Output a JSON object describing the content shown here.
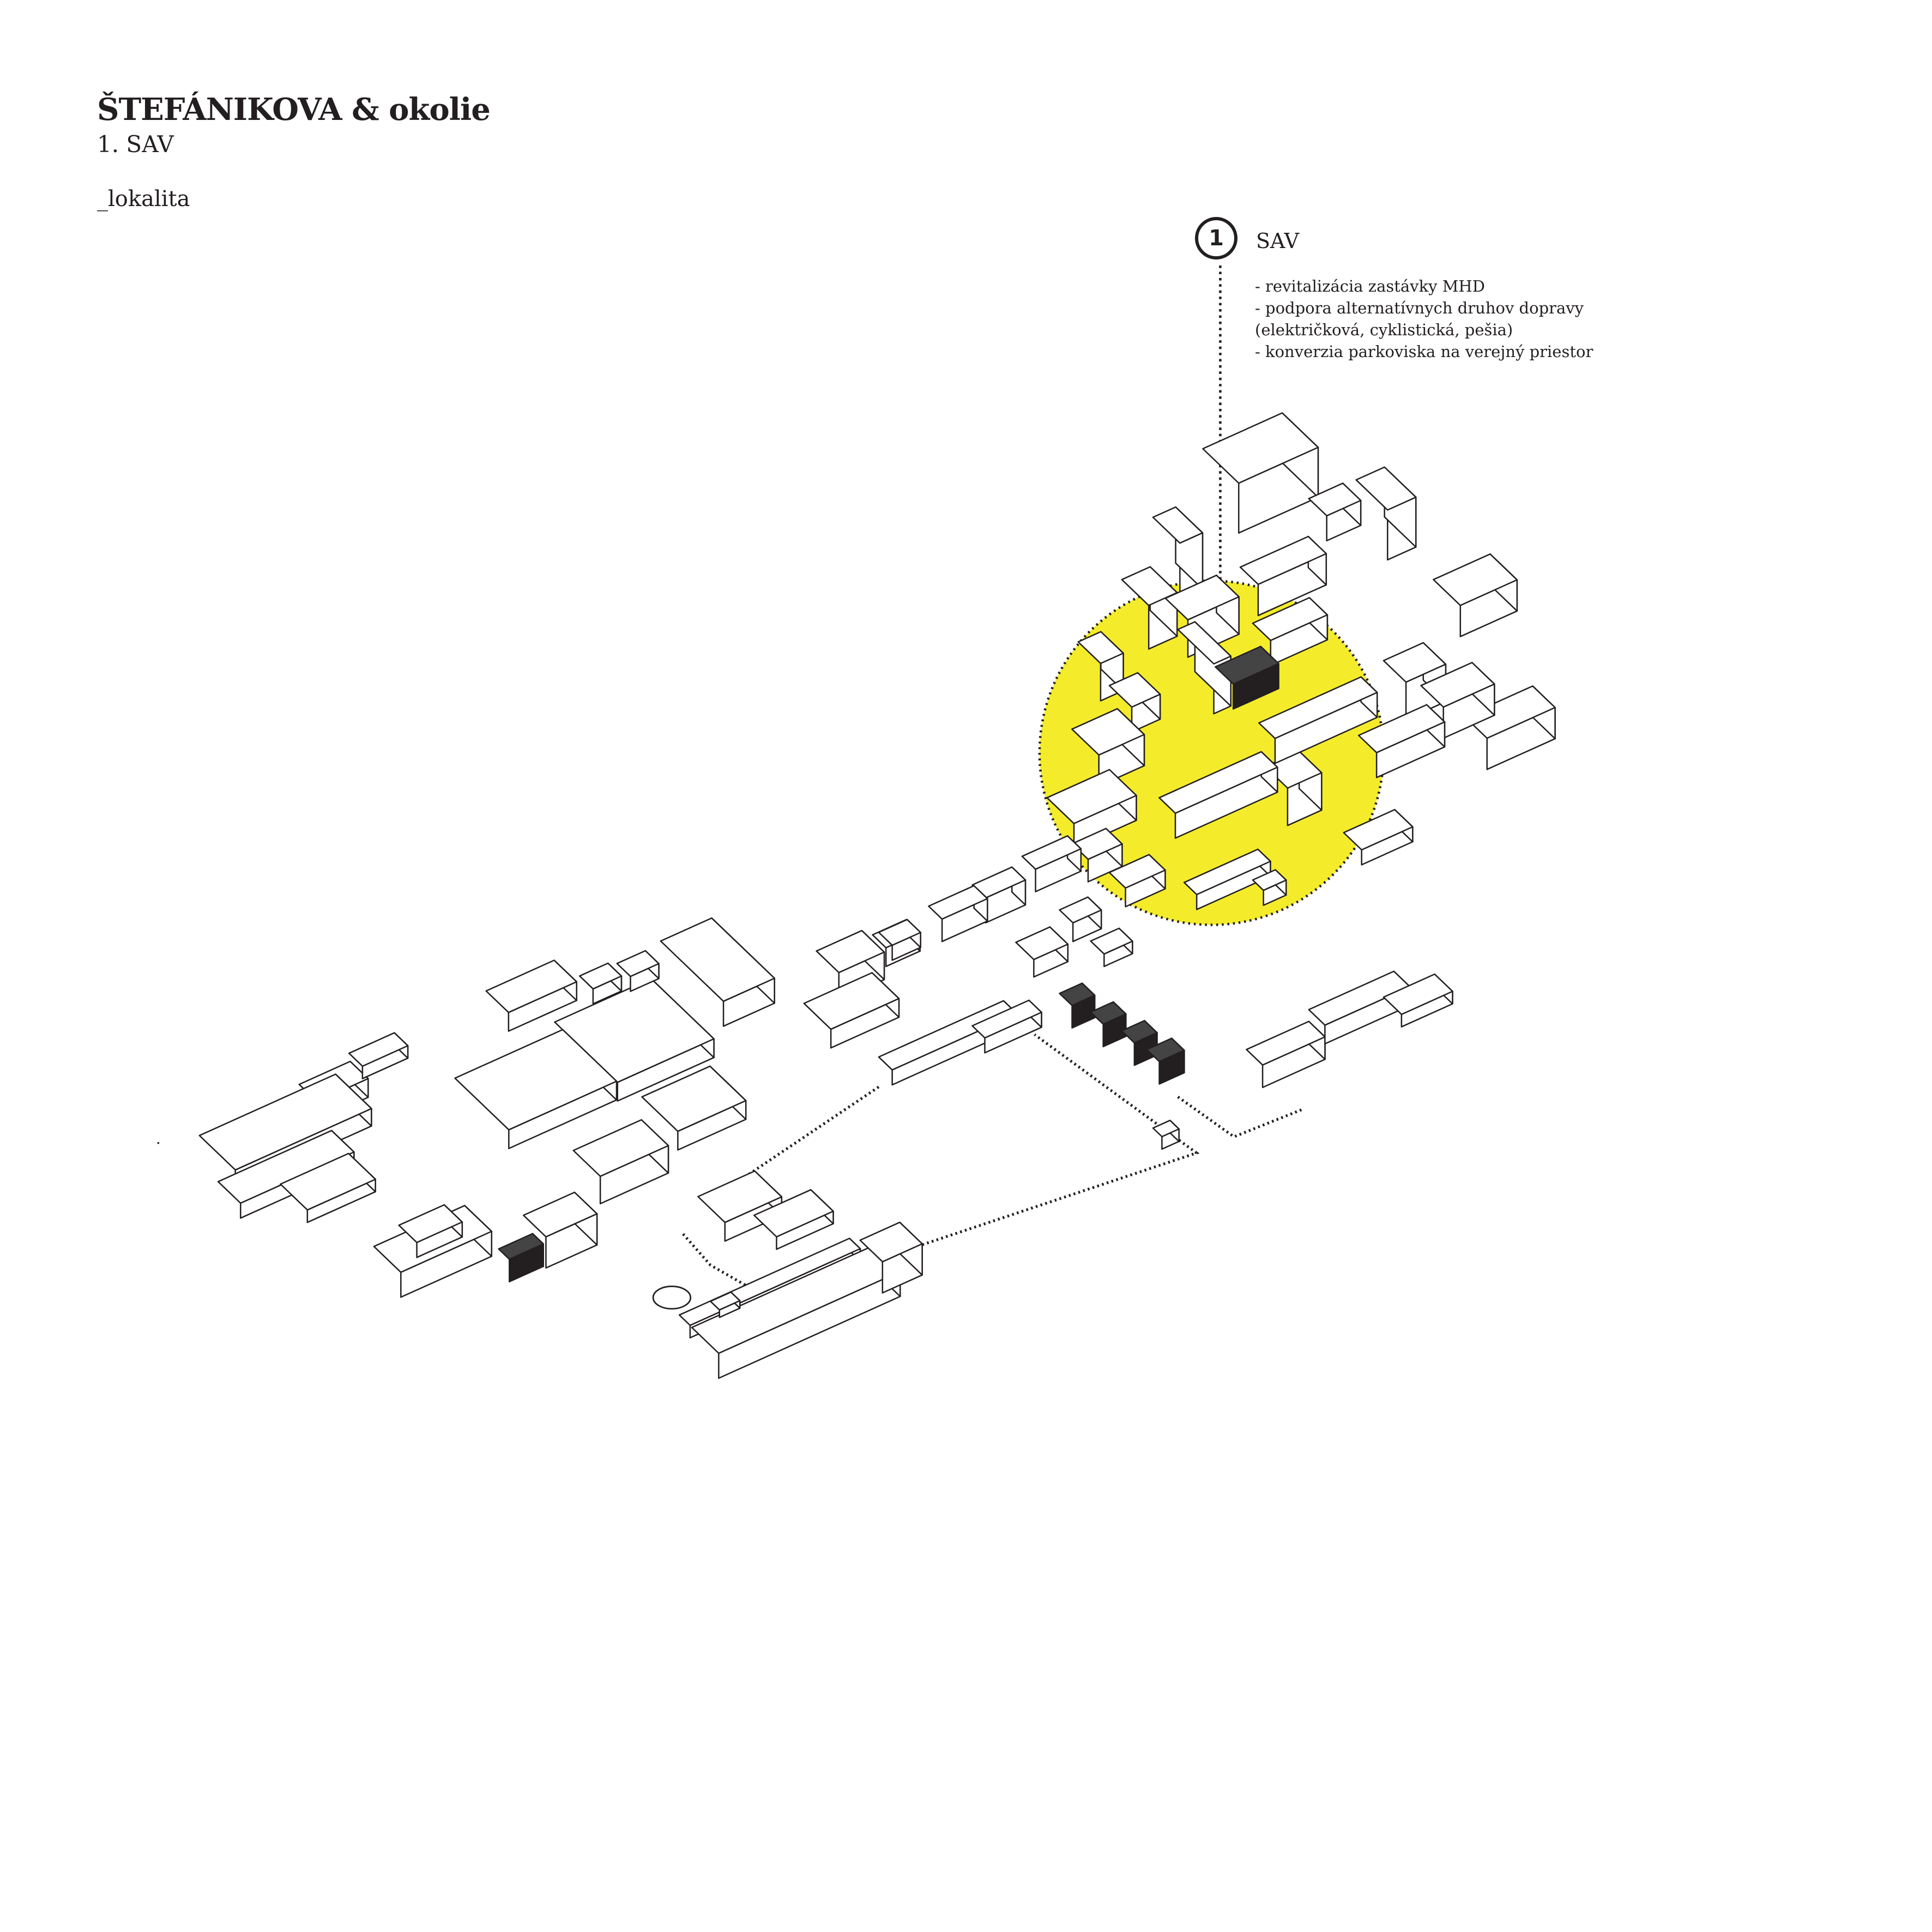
{
  "header": {
    "title": "ŠTEFÁNIKOVA & okolie",
    "subtitle": "1. SAV",
    "section": "_lokalita"
  },
  "callout": {
    "number": "1",
    "label": "SAV",
    "notes": [
      "- revitalizácia zastávky MHD",
      "- podpora alternatívnych druhov dopravy",
      "(električková, cyklistická, pešia)",
      "- konverzia parkoviska na verejný priestor"
    ]
  },
  "colors": {
    "highlight": "#f4ec2b",
    "ink": "#231f20",
    "building": "#ffffff"
  }
}
